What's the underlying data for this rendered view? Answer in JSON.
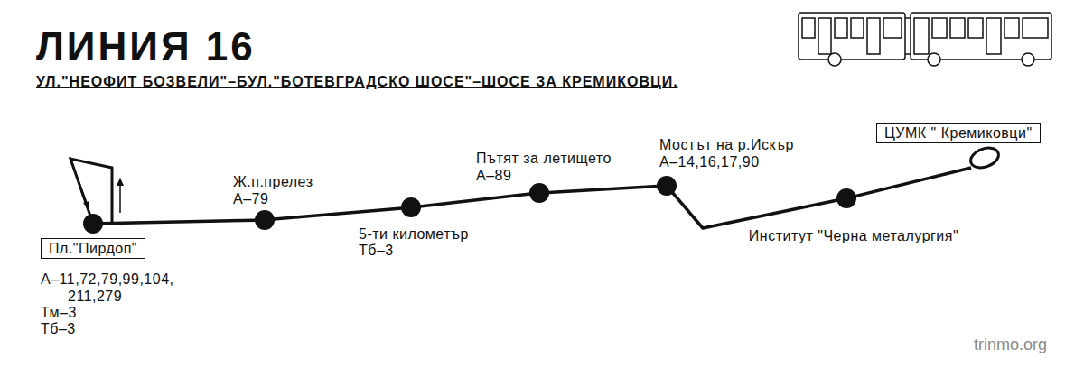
{
  "diagram": {
    "title": "ЛИНИЯ 16",
    "nodes": [
      {
        "text": [
          "Пл.\"Пирдоп\"",
          "А–11,72,79,99,104, 211,279",
          "Тм–3",
          "Тб–3"
        ]
      },
      {
        "text": [
          "Ж.п.прелез",
          "А–79"
        ]
      },
      {
        "text": [
          "5-ти километър",
          "Тб–3"
        ]
      },
      {
        "text": [
          "Пътят за летището",
          "А–89"
        ]
      },
      {
        "text": [
          "Мостът на р.Искър",
          "А–14,16,17,90"
        ]
      },
      {
        "text": [
          "Институт \"Черна металургия\""
        ]
      },
      {
        "text": [
          "ЦУМК \" Кремиковци\""
        ]
      }
    ],
    "edges": [
      {
        "from": 0,
        "to": 1,
        "arrow": "none"
      },
      {
        "from": 1,
        "to": 2,
        "arrow": "none"
      },
      {
        "from": 2,
        "to": 3,
        "arrow": "none"
      },
      {
        "from": 3,
        "to": 4,
        "arrow": "none"
      },
      {
        "from": 4,
        "to": 5,
        "arrow": "none"
      },
      {
        "from": 5,
        "to": 6,
        "arrow": "none"
      }
    ],
    "labels": [
      "УЛ.\"НЕОФИТ БОЗВЕЛИ\"–БУЛ.\"БОТЕВГРАДСКО ШОСЕ\"–ШОСЕ ЗА КРЕМИКОВЦИ.",
      "trinmo.org"
    ]
  }
}
